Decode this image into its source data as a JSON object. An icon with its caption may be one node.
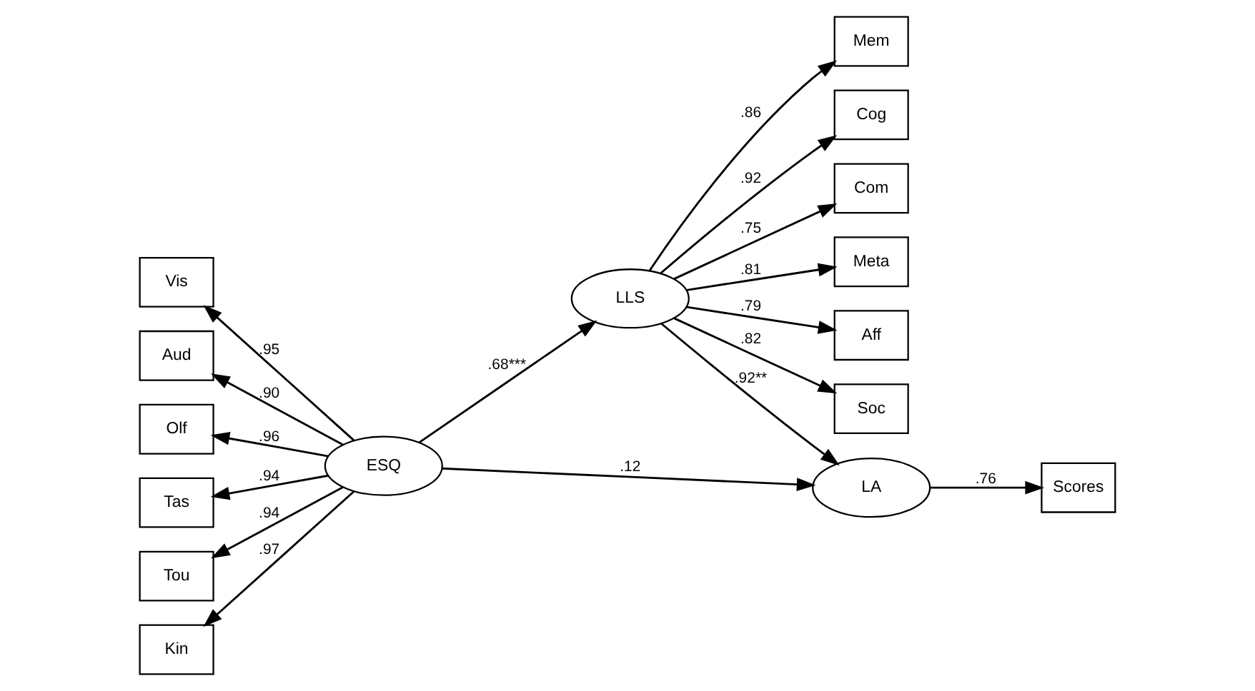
{
  "diagram": {
    "nodes": [
      {
        "text": [
          "Mem"
        ]
      },
      {
        "text": [
          "Cog"
        ]
      },
      {
        "text": [
          "Com"
        ]
      },
      {
        "text": [
          "Meta"
        ]
      },
      {
        "text": [
          "Aff"
        ]
      },
      {
        "text": [
          "Soc"
        ]
      },
      {
        "text": [
          "LLS"
        ]
      },
      {
        "text": [
          "Vis"
        ]
      },
      {
        "text": [
          "Aud"
        ]
      },
      {
        "text": [
          "Olf"
        ]
      },
      {
        "text": [
          "Tas"
        ]
      },
      {
        "text": [
          "Tou"
        ]
      },
      {
        "text": [
          "Kin"
        ]
      },
      {
        "text": [
          "ESQ"
        ]
      },
      {
        "text": [
          "LA"
        ]
      },
      {
        "text": [
          "Scores"
        ]
      }
    ],
    "edges": [
      {
        "from": 6,
        "to": 0,
        "arrow": "to",
        "label": ".86"
      },
      {
        "from": 6,
        "to": 1,
        "arrow": "to",
        "label": ".92"
      },
      {
        "from": 6,
        "to": 2,
        "arrow": "to",
        "label": ".75"
      },
      {
        "from": 6,
        "to": 3,
        "arrow": "to",
        "label": ".81"
      },
      {
        "from": 6,
        "to": 4,
        "arrow": "to",
        "label": ".79"
      },
      {
        "from": 6,
        "to": 5,
        "arrow": "to",
        "label": ".82"
      },
      {
        "from": 13,
        "to": 7,
        "arrow": "to",
        "label": ".95"
      },
      {
        "from": 13,
        "to": 8,
        "arrow": "to",
        "label": ".90"
      },
      {
        "from": 13,
        "to": 9,
        "arrow": "to",
        "label": ".96"
      },
      {
        "from": 13,
        "to": 10,
        "arrow": "to",
        "label": ".94"
      },
      {
        "from": 13,
        "to": 11,
        "arrow": "to",
        "label": ".94"
      },
      {
        "from": 13,
        "to": 12,
        "arrow": "to",
        "label": ".97"
      },
      {
        "from": 13,
        "to": 6,
        "arrow": "to",
        "label": ".68***"
      },
      {
        "from": 6,
        "to": 14,
        "arrow": "to",
        "label": ".92**"
      },
      {
        "from": 13,
        "to": 14,
        "arrow": "to",
        "label": ".12"
      },
      {
        "from": 14,
        "to": 15,
        "arrow": "to",
        "label": ".76"
      }
    ]
  }
}
